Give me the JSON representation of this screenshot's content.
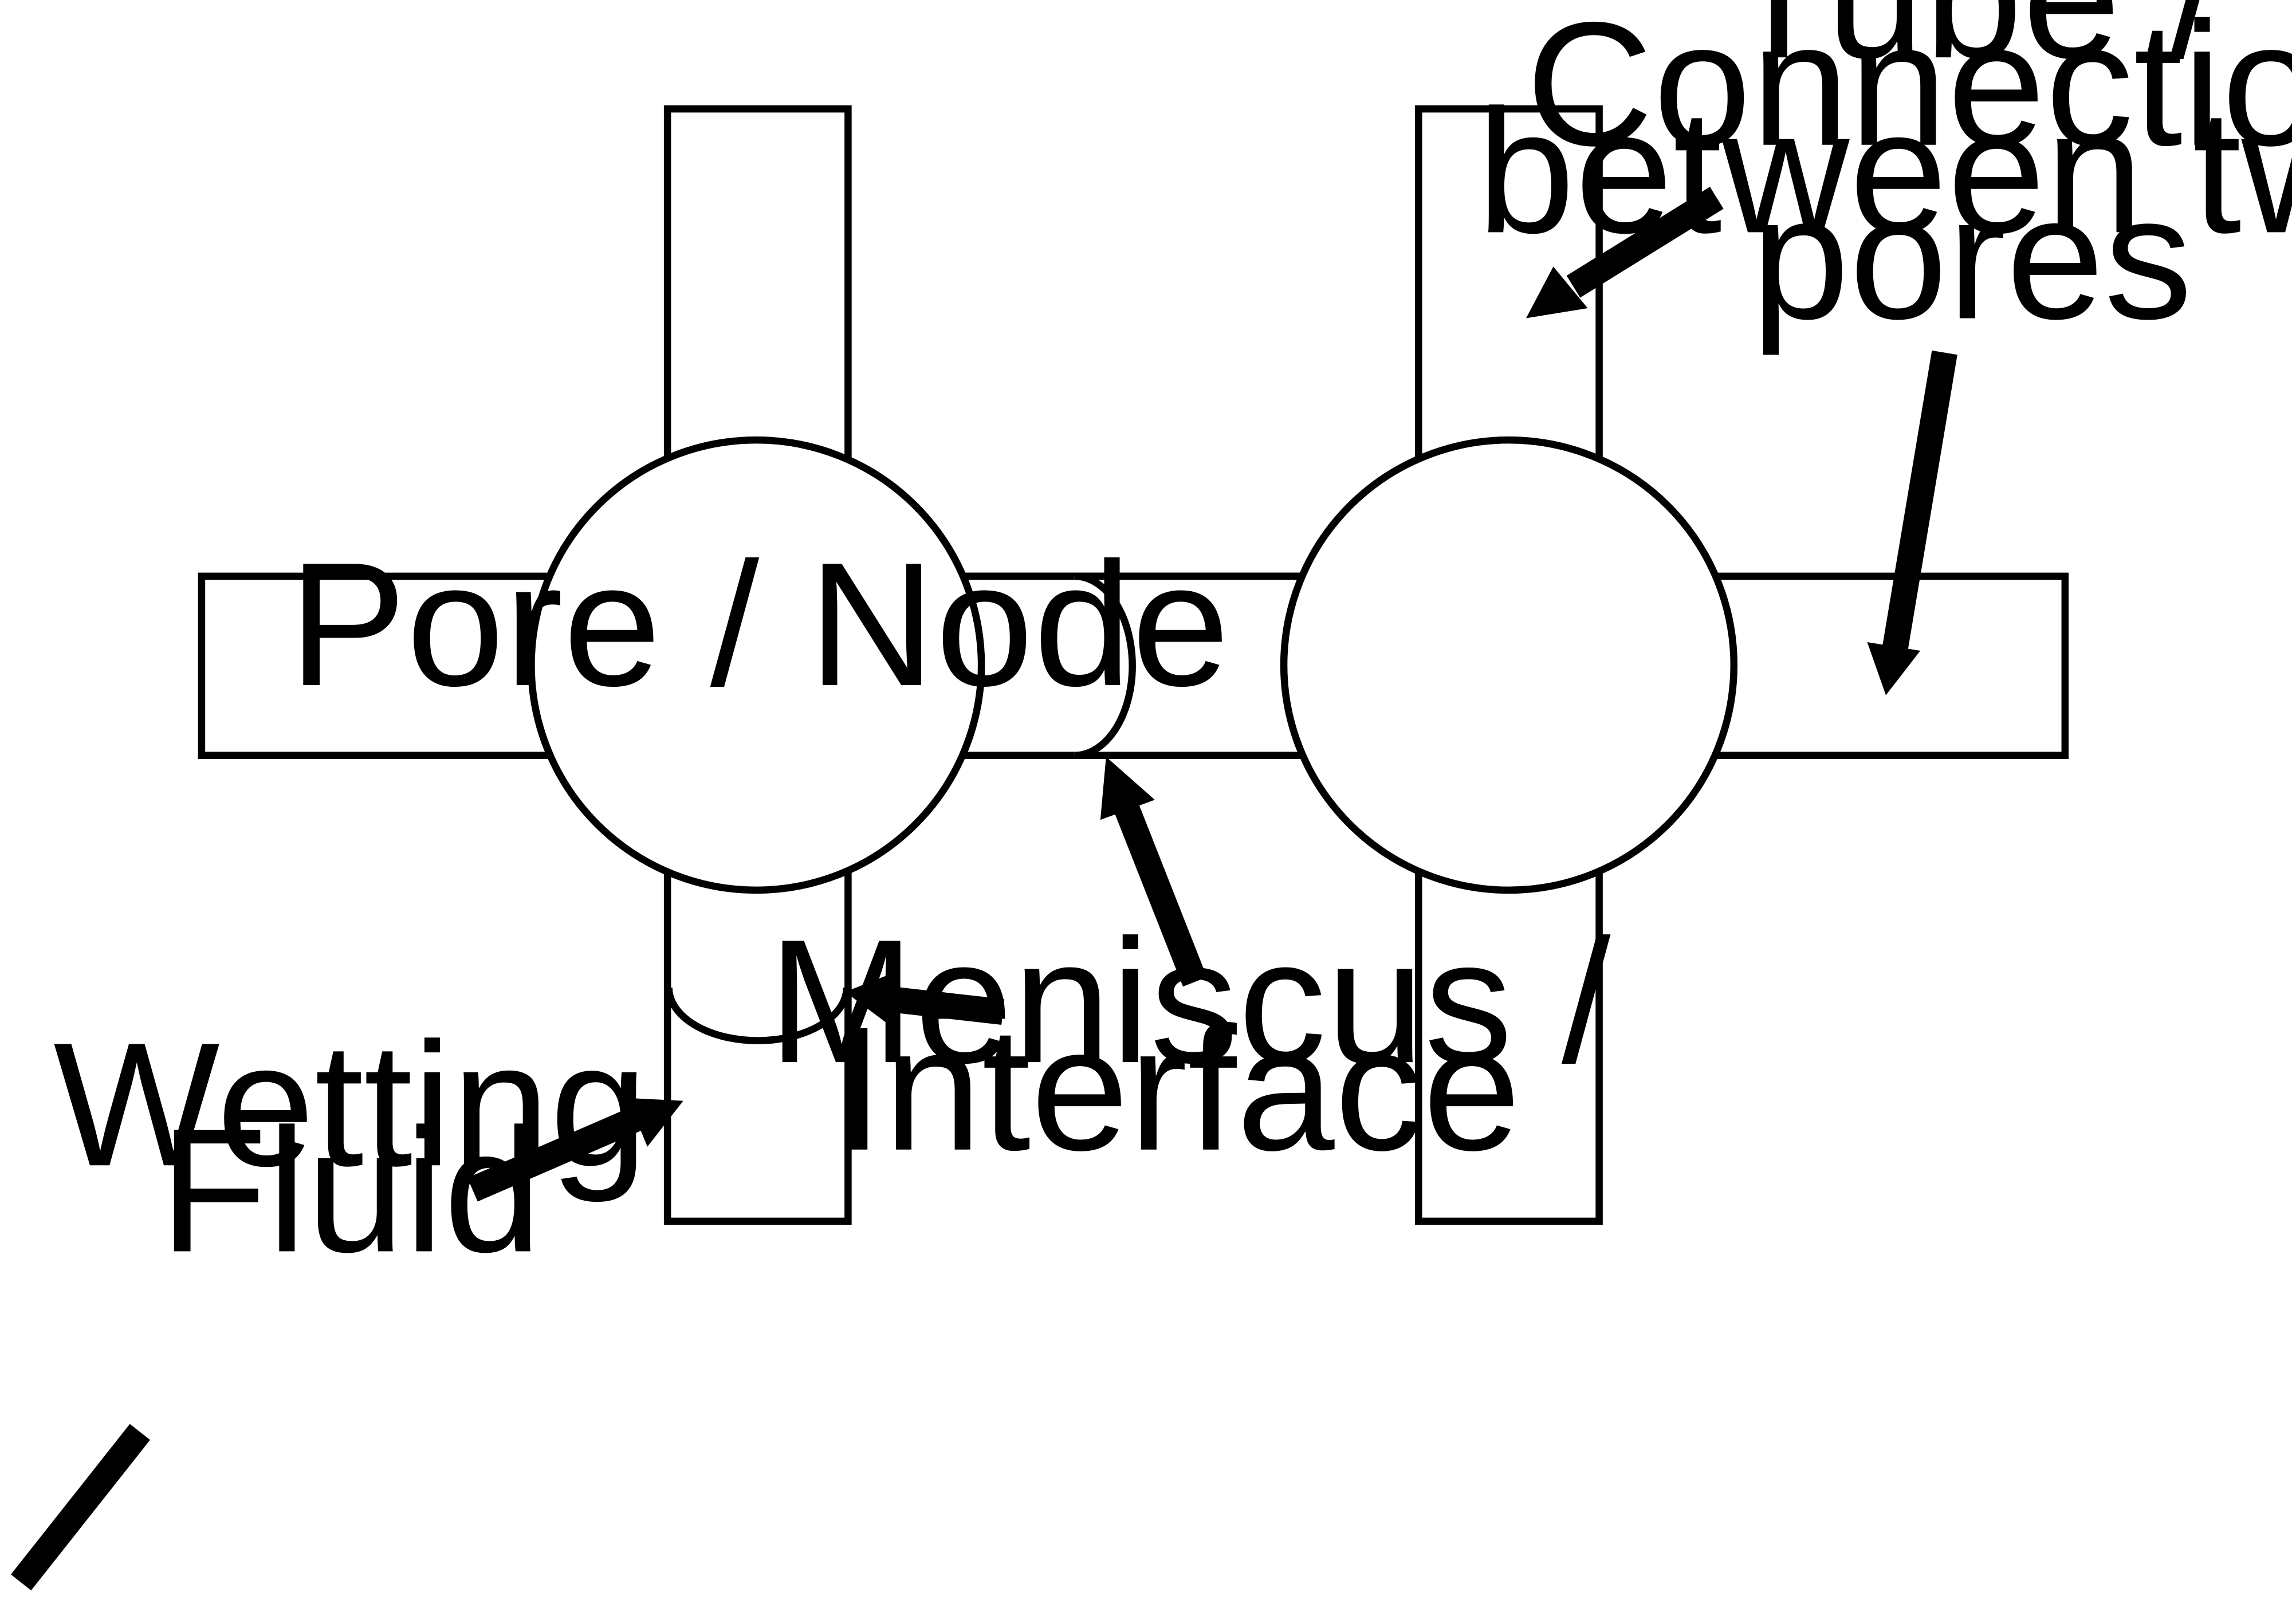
{
  "labels": {
    "pore_node": "Pore / Node",
    "tube": [
      "Tube /",
      "Connection",
      "between two",
      "pores"
    ],
    "meniscus": [
      "Meniscus /",
      "Interface"
    ],
    "wetting_fluid": [
      "Wetting",
      "Fluid"
    ]
  },
  "colors": {
    "stroke": "#000000",
    "fill": "#ffffff"
  }
}
